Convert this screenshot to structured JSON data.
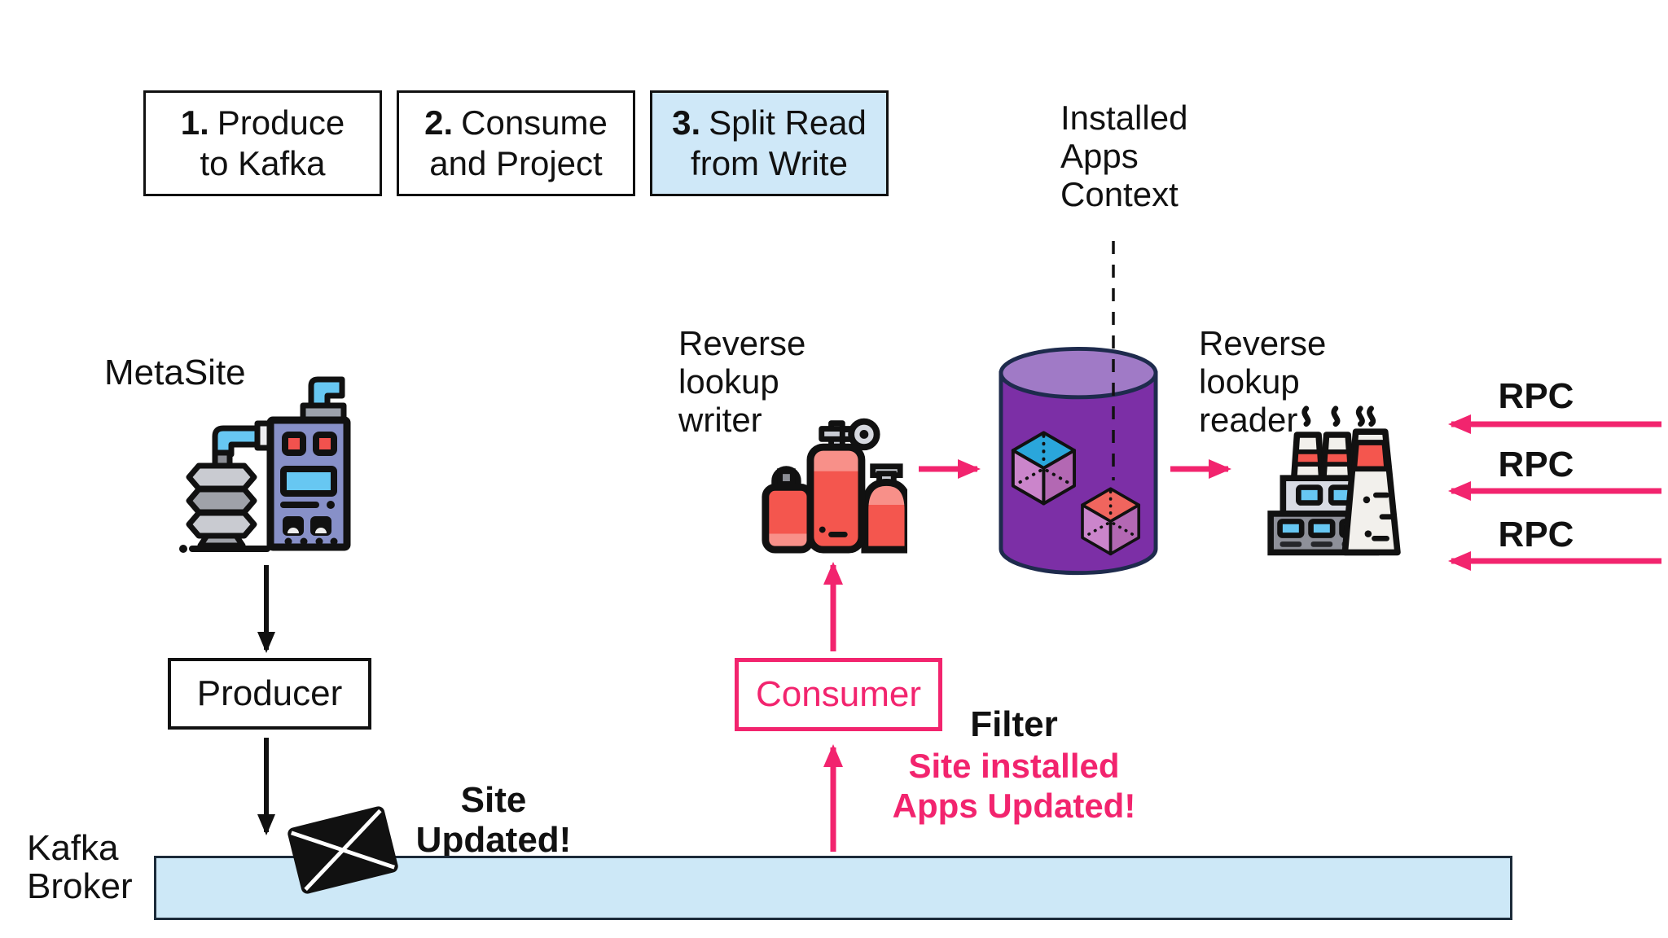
{
  "steps": [
    {
      "number": "1.",
      "line1": "Produce",
      "line2": "to Kafka",
      "highlighted": false
    },
    {
      "number": "2.",
      "line1": "Consume",
      "line2": "and Project",
      "highlighted": false
    },
    {
      "number": "3.",
      "line1": "Split Read",
      "line2": "from Write",
      "highlighted": true
    }
  ],
  "labels": {
    "installed_apps_context": "Installed\nApps\nContext",
    "metasite": "MetaSite",
    "reverse_lookup_writer": "Reverse\nlookup\nwriter",
    "reverse_lookup_reader": "Reverse\nlookup\nreader",
    "kafka_broker": "Kafka\nBroker",
    "site_updated": "Site\nUpdated!",
    "filter_title": "Filter",
    "filter_subtitle": "Site installed\nApps Updated!"
  },
  "nodes": {
    "producer": "Producer",
    "consumer": "Consumer"
  },
  "rpc_labels": [
    "RPC",
    "RPC",
    "RPC"
  ],
  "icons": {
    "metasite_machine": "machine-generator",
    "reverse_lookup_writer": "gas-cylinders",
    "installed_apps_store": "database-cylinder-with-cubes",
    "reverse_lookup_reader": "factory",
    "kafka_message": "envelope"
  },
  "colors": {
    "accent_pink": "#F2246E",
    "highlight_blue": "#CFE8F8",
    "kafka_bar_blue": "#CDE8F7",
    "db_purple": "#7C2FA6",
    "db_purple_top": "#A07AC6",
    "machine_blue": "#8790C8",
    "pipe_cyan": "#67C7F2",
    "tank_red": "#F4564E",
    "tank_salmon": "#F89089",
    "cube_blue_top": "#2AA6DB",
    "cube_red_top": "#F0655E",
    "cube_face_light": "#CB85CB",
    "cube_face_dark": "#B368B3",
    "outline_black": "#111111"
  }
}
